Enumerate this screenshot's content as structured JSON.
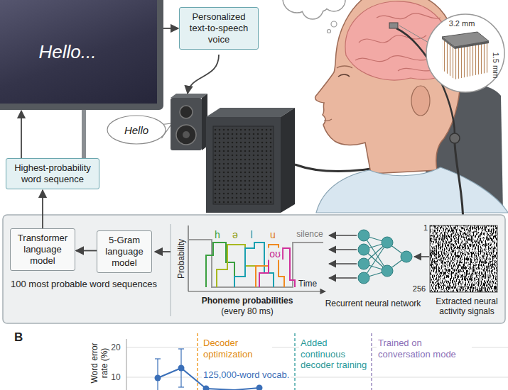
{
  "diagram": {
    "nodes": [
      {
        "text": [
          "Hello..."
        ]
      },
      {
        "text": [
          "Personalized text-to-speech voice"
        ]
      },
      {
        "text": [
          "Hello"
        ]
      },
      {
        "text": [
          "Highest-probability word sequence"
        ]
      },
      {
        "text": [
          "Transformer language model"
        ]
      },
      {
        "text": [
          "5-Gram language model"
        ]
      }
    ],
    "edges": [
      {
        "from": 0,
        "to": 1,
        "arrow": "to"
      },
      {
        "from": 3,
        "to": 0,
        "arrow": "to"
      },
      {
        "from": 4,
        "to": 3,
        "arrow": "to"
      },
      {
        "from": 5,
        "to": 4,
        "arrow": "to"
      }
    ],
    "labels": [
      "3.2 mm",
      "1.5 mm",
      "100 most probable word sequences",
      "Probability",
      "Time",
      "h",
      "ə",
      "l",
      "u",
      "oʊ",
      "silence",
      "Phoneme probabilities",
      "(every 80 ms)",
      "Recurrent neural network",
      "1",
      "256",
      "Extracted neural activity signals",
      "B",
      "Word error rate (%)",
      "20",
      "10",
      "Decoder optimization",
      "125,000-word vocab.",
      "Added continuous decoder training",
      "Trained on conversation mode"
    ]
  }
}
